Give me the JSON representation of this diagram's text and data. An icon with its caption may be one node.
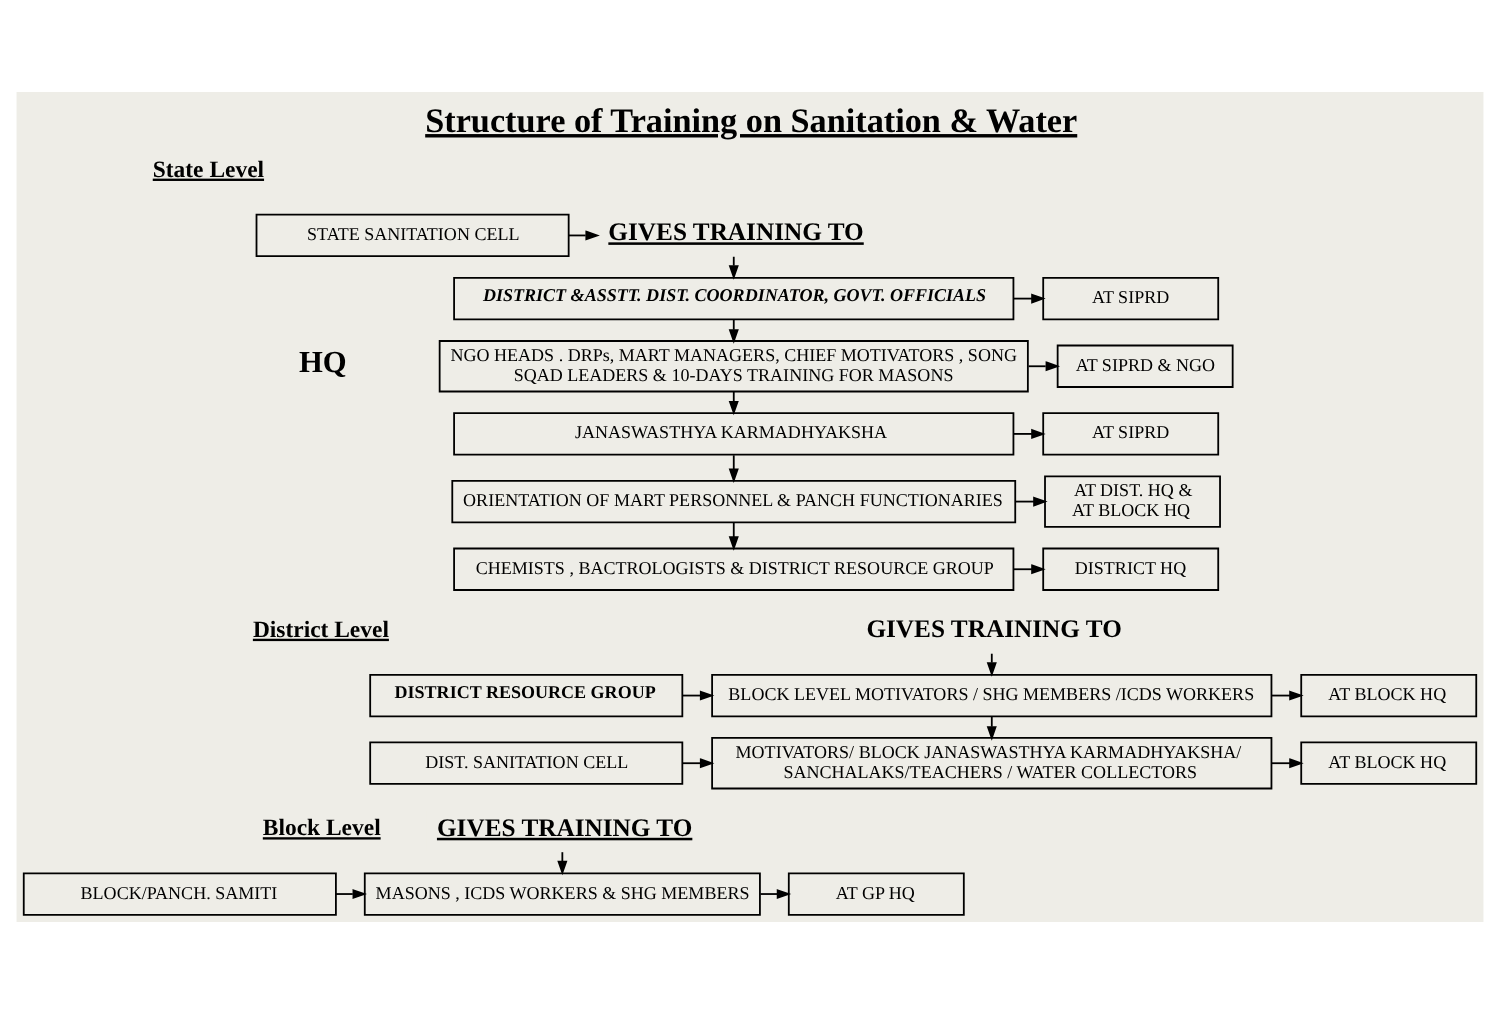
{
  "diagram": {
    "title": "Structure of Training on Sanitation & Water",
    "nodes": [
      {
        "text": [
          "STATE SANITATION CELL"
        ]
      },
      {
        "text": [
          "GIVES TRAINING TO"
        ]
      },
      {
        "text": [
          "DISTRICT &ASSTT. DIST. COORDINATOR, GOVT. OFFICIALS"
        ]
      },
      {
        "text": [
          "AT SIPRD"
        ]
      },
      {
        "text": [
          "NGO HEADS . DRPs, MART MANAGERS, CHIEF MOTIVATORS , SONG SQAD LEADERS & 10-DAYS TRAINING FOR MASONS"
        ]
      },
      {
        "text": [
          "AT SIPRD & NGO"
        ]
      },
      {
        "text": [
          "JANASWASTHYA KARMADHYAKSHA"
        ]
      },
      {
        "text": [
          "AT SIPRD"
        ]
      },
      {
        "text": [
          "ORIENTATION OF MART PERSONNEL & PANCH FUNCTIONARIES"
        ]
      },
      {
        "text": [
          "AT DIST. HQ & AT BLOCK HQ"
        ]
      },
      {
        "text": [
          "CHEMISTS , BACTROLOGISTS & DISTRICT RESOURCE GROUP"
        ]
      },
      {
        "text": [
          "DISTRICT HQ"
        ]
      },
      {
        "text": [
          "GIVES TRAINING TO"
        ]
      },
      {
        "text": [
          "DISTRICT RESOURCE GROUP"
        ]
      },
      {
        "text": [
          "BLOCK LEVEL MOTIVATORS / SHG MEMBERS /ICDS WORKERS"
        ]
      },
      {
        "text": [
          "AT BLOCK HQ"
        ]
      },
      {
        "text": [
          "DIST. SANITATION CELL"
        ]
      },
      {
        "text": [
          "MOTIVATORS/ BLOCK JANASWASTHYA KARMADHYAKSHA/ SANCHALAKS/TEACHERS / WATER COLLECTORS"
        ]
      },
      {
        "text": [
          "AT BLOCK HQ"
        ]
      },
      {
        "text": [
          "GIVES TRAINING TO"
        ]
      },
      {
        "text": [
          "BLOCK/PANCH. SAMITI"
        ]
      },
      {
        "text": [
          "MASONS , ICDS WORKERS & SHG MEMBERS"
        ]
      },
      {
        "text": [
          "AT GP HQ"
        ]
      }
    ],
    "edges": [
      {
        "from": 0,
        "to": 1,
        "arrow": "to"
      },
      {
        "from": 1,
        "to": 2,
        "arrow": "to"
      },
      {
        "from": 2,
        "to": 3,
        "arrow": "to"
      },
      {
        "from": 2,
        "to": 4,
        "arrow": "to"
      },
      {
        "from": 4,
        "to": 5,
        "arrow": "to"
      },
      {
        "from": 4,
        "to": 6,
        "arrow": "to"
      },
      {
        "from": 6,
        "to": 7,
        "arrow": "to"
      },
      {
        "from": 6,
        "to": 8,
        "arrow": "to"
      },
      {
        "from": 8,
        "to": 9,
        "arrow": "to"
      },
      {
        "from": 8,
        "to": 10,
        "arrow": "to"
      },
      {
        "from": 10,
        "to": 11,
        "arrow": "to"
      },
      {
        "from": 12,
        "to": 14,
        "arrow": "to"
      },
      {
        "from": 13,
        "to": 14,
        "arrow": "to"
      },
      {
        "from": 14,
        "to": 15,
        "arrow": "to"
      },
      {
        "from": 14,
        "to": 17,
        "arrow": "to"
      },
      {
        "from": 16,
        "to": 17,
        "arrow": "to"
      },
      {
        "from": 17,
        "to": 18,
        "arrow": "to"
      },
      {
        "from": 19,
        "to": 21,
        "arrow": "to"
      },
      {
        "from": 20,
        "to": 21,
        "arrow": "to"
      },
      {
        "from": 21,
        "to": 22,
        "arrow": "to"
      }
    ],
    "labels": [
      "State Level",
      "HQ",
      "District Level",
      "Block Level"
    ]
  }
}
